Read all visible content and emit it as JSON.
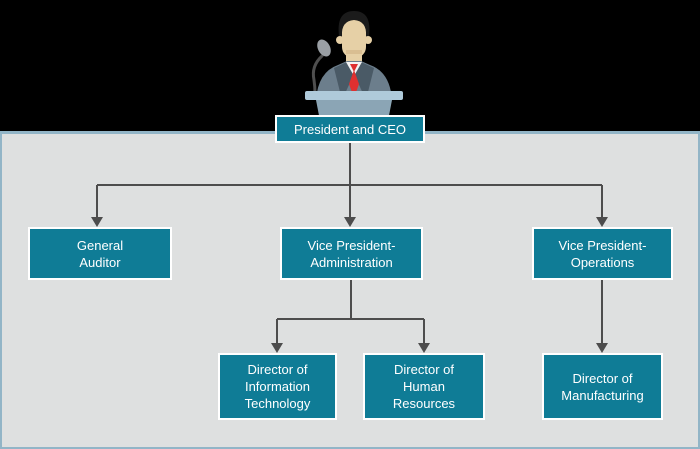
{
  "colors": {
    "accent": "#0F7C96",
    "panel_bg": "#DEE0E0",
    "panel_border": "#92B5C7",
    "header_bg": "#000000",
    "line": "#4D4D4D",
    "node_text": "#FFFFFF",
    "node_border": "#FFFFFF",
    "hair": "#1B1B1B",
    "skin": "#E6D0A6",
    "skin_shadow": "#D9BE92",
    "suit": "#6C7E8C",
    "lapel": "#4A5A66",
    "shirt": "#F4F4F4",
    "tie": "#DF3030",
    "podium_top": "#AFCADA",
    "podium_body": "#8BA5B5",
    "mic": "#9A9FA4",
    "mic_stem": "#4F4F4F"
  },
  "illustration": {
    "name": "speaker-at-podium"
  },
  "org": {
    "nodes": {
      "president": {
        "lines": [
          "President and CEO"
        ]
      },
      "general_auditor": {
        "lines": [
          "General",
          "Auditor"
        ]
      },
      "vp_administration": {
        "lines": [
          "Vice President-",
          "Administration"
        ]
      },
      "vp_operations": {
        "lines": [
          "Vice President-",
          "Operations"
        ]
      },
      "dir_information_technology": {
        "lines": [
          "Director of",
          "Information",
          "Technology"
        ]
      },
      "dir_human_resources": {
        "lines": [
          "Director of",
          "Human",
          "Resources"
        ]
      },
      "dir_manufacturing": {
        "lines": [
          "Director of",
          "Manufacturing"
        ]
      }
    },
    "edges": [
      {
        "from": "president",
        "to": "general_auditor"
      },
      {
        "from": "president",
        "to": "vp_administration"
      },
      {
        "from": "president",
        "to": "vp_operations"
      },
      {
        "from": "vp_administration",
        "to": "dir_information_technology"
      },
      {
        "from": "vp_administration",
        "to": "dir_human_resources"
      },
      {
        "from": "vp_operations",
        "to": "dir_manufacturing"
      }
    ]
  }
}
